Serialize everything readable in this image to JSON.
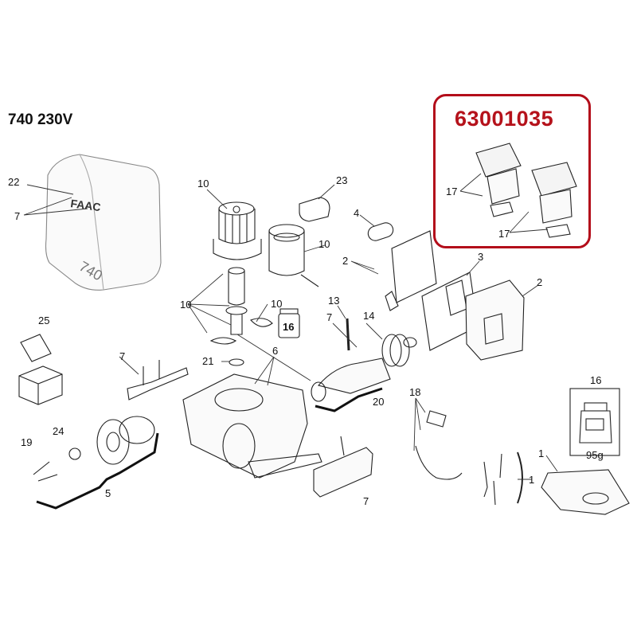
{
  "header": {
    "model": "740 230V"
  },
  "highlight": {
    "part_code": "63001035",
    "color": "#b5121b"
  },
  "housing": {
    "logo_text": "FAAC",
    "model_marking": "740"
  },
  "grease": {
    "index": "16",
    "weight": "95g"
  },
  "callouts": {
    "c22": "22",
    "c7a": "7",
    "c10a": "10",
    "c23": "23",
    "c4": "4",
    "c10b": "10",
    "c2a": "2",
    "c3": "3",
    "c2b": "2",
    "c17a": "17",
    "c17b": "17",
    "c10c": "10",
    "c10d": "10",
    "c16a": "16",
    "c13": "13",
    "c14": "14",
    "c7b": "7",
    "c25": "25",
    "c7c": "7",
    "c6": "6",
    "c21": "21",
    "c20": "20",
    "c18": "18",
    "c16b": "16",
    "c19": "19",
    "c24": "24",
    "c5": "5",
    "c7d": "7",
    "c1a": "1",
    "c1b": "1"
  }
}
